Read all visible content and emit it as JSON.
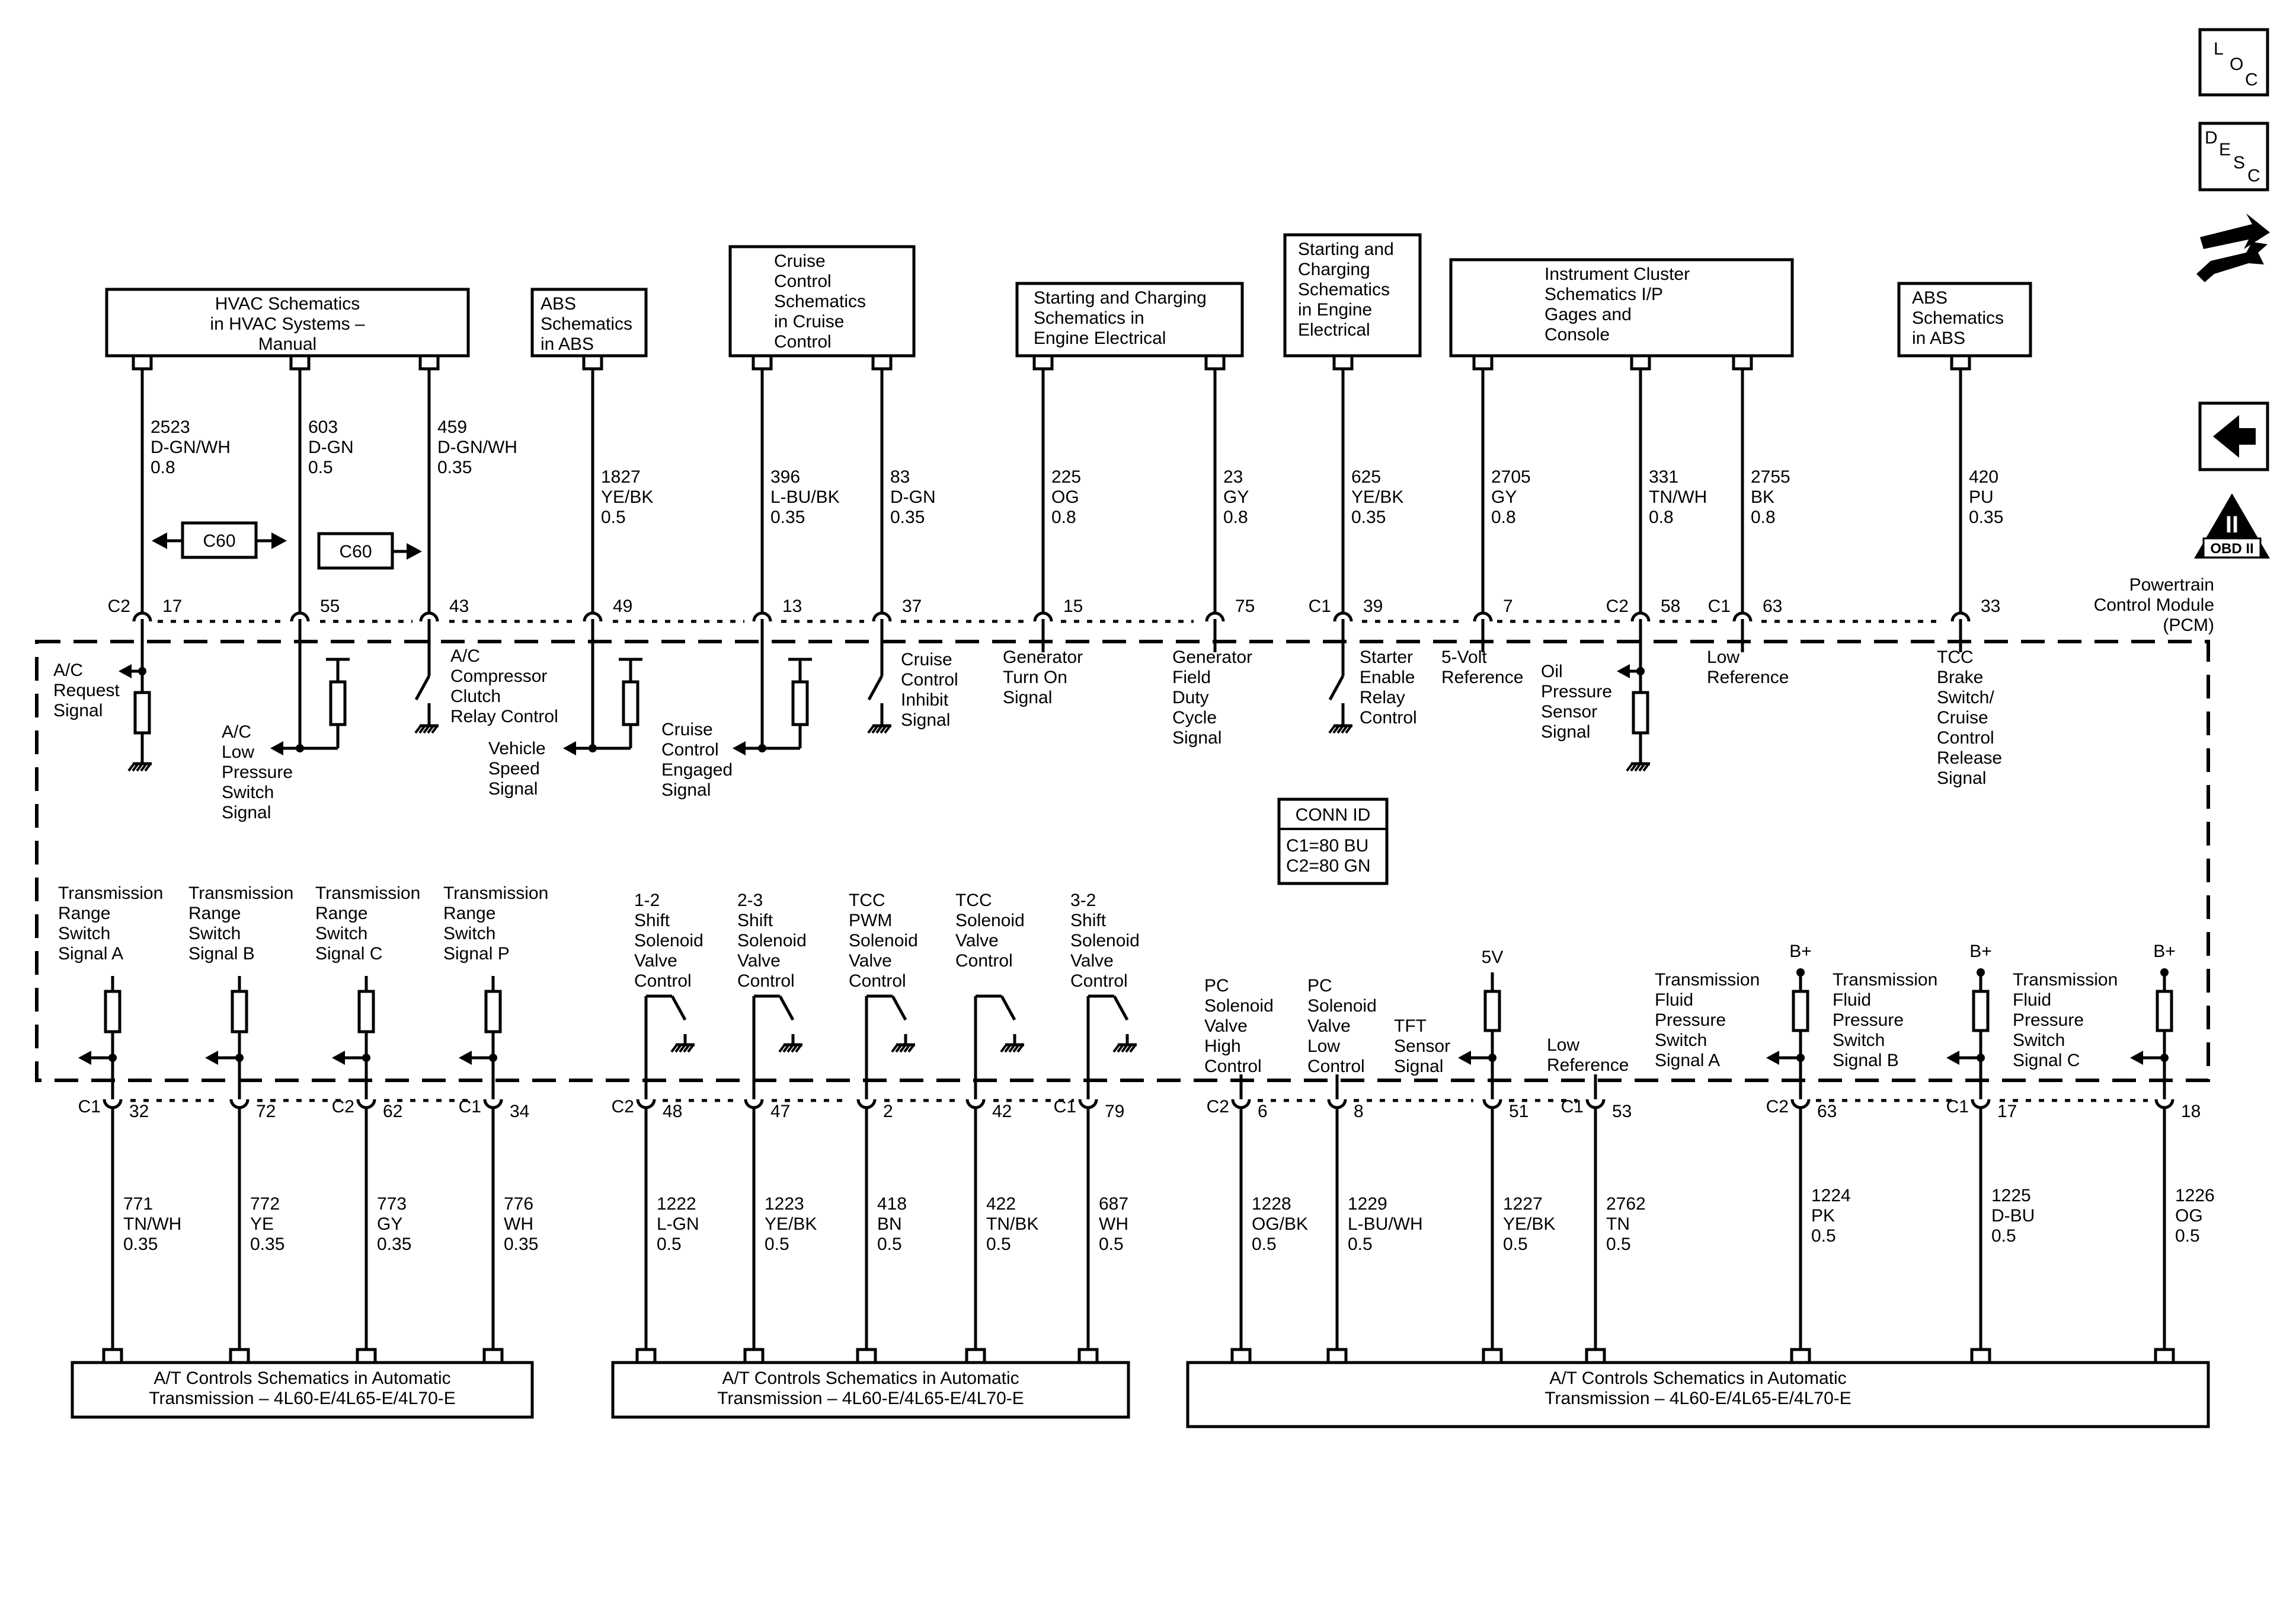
{
  "page_icons": {
    "loc_label": [
      "L",
      "O",
      "C"
    ],
    "desc_label": [
      "D",
      "E",
      "S",
      "C"
    ],
    "tool_icon": "wrench-and-arrows-icon",
    "back_icon": "left-arrow-icon",
    "obd_label": "OBD II",
    "obd_mark": "II"
  },
  "module": {
    "name": [
      "Powertrain",
      "Control Module",
      "(PCM)"
    ],
    "conn_id_title": "CONN ID",
    "conn_id_lines": [
      "C1=80 BU",
      "C2=80 GN"
    ]
  },
  "top_refs": [
    {
      "id": "hvac",
      "lines": [
        "HVAC Schematics",
        "in HVAC Systems –",
        "Manual"
      ],
      "align": "center"
    },
    {
      "id": "abs-1",
      "lines": [
        "ABS",
        "Schematics",
        "in ABS"
      ],
      "align": "left"
    },
    {
      "id": "cruise",
      "lines": [
        "Cruise",
        "Control",
        "Schematics",
        "in Cruise",
        "Control"
      ],
      "align": "left"
    },
    {
      "id": "starting-charging-1",
      "lines": [
        "Starting and Charging",
        "Schematics in",
        "Engine Electrical"
      ],
      "align": "left"
    },
    {
      "id": "starting-charging-2",
      "lines": [
        "Starting and",
        "Charging",
        "Schematics",
        "in Engine",
        "Electrical"
      ],
      "align": "left"
    },
    {
      "id": "instrument-cluster",
      "lines": [
        "Instrument Cluster",
        "Schematics I/P",
        "Gages and",
        "Console"
      ],
      "align": "left"
    },
    {
      "id": "abs-2",
      "lines": [
        "ABS",
        "Schematics",
        "in ABS"
      ],
      "align": "left"
    }
  ],
  "bottom_refs": [
    {
      "id": "at-controls-1",
      "lines": [
        "A/T Controls Schematics in Automatic",
        "Transmission – 4L60-E/4L65-E/4L70-E"
      ]
    },
    {
      "id": "at-controls-2",
      "lines": [
        "A/T Controls Schematics in Automatic",
        "Transmission – 4L60-E/4L65-E/4L70-E"
      ]
    },
    {
      "id": "at-controls-3",
      "lines": [
        "A/T Controls Schematics in Automatic",
        "Transmission – 4L60-E/4L65-E/4L70-E"
      ]
    }
  ],
  "top_circuits": [
    {
      "connector": "C2",
      "pin": "17",
      "wire": [
        "2523",
        "D-GN/WH",
        "0.8"
      ],
      "signal": [
        "A/C",
        "Request",
        "Signal"
      ],
      "symbol": "pullup-ground"
    },
    {
      "connector": "",
      "pin": "55",
      "wire": [
        "603",
        "D-GN",
        "0.5"
      ],
      "signal": [
        "A/C",
        "Low",
        "Pressure",
        "Switch",
        "Signal"
      ],
      "symbol": "pulldown-ground"
    },
    {
      "connector": "",
      "pin": "43",
      "wire": [
        "459",
        "D-GN/WH",
        "0.35"
      ],
      "signal": [
        "A/C",
        "Compressor",
        "Clutch",
        "Relay Control"
      ],
      "symbol": "switch-ground"
    },
    {
      "connector": "",
      "pin": "49",
      "wire": [
        "1827",
        "YE/BK",
        "0.5"
      ],
      "signal": [
        "Vehicle",
        "Speed",
        "Signal"
      ],
      "symbol": "pulldown-ground"
    },
    {
      "connector": "",
      "pin": "13",
      "wire": [
        "396",
        "L-BU/BK",
        "0.35"
      ],
      "signal": [
        "Cruise",
        "Control",
        "Engaged",
        "Signal"
      ],
      "symbol": "pulldown-ground"
    },
    {
      "connector": "",
      "pin": "37",
      "wire": [
        "83",
        "D-GN",
        "0.35"
      ],
      "signal": [
        "Cruise",
        "Control",
        "Inhibit",
        "Signal"
      ],
      "symbol": "switch-ground"
    },
    {
      "connector": "",
      "pin": "15",
      "wire": [
        "225",
        "OG",
        "0.8"
      ],
      "signal": [
        "Generator",
        "Turn On",
        "Signal"
      ],
      "symbol": "none"
    },
    {
      "connector": "",
      "pin": "75",
      "wire": [
        "23",
        "GY",
        "0.8"
      ],
      "signal": [
        "Generator",
        "Field",
        "Duty",
        "Cycle",
        "Signal"
      ],
      "symbol": "none"
    },
    {
      "connector": "C1",
      "pin": "39",
      "wire": [
        "625",
        "YE/BK",
        "0.35"
      ],
      "signal": [
        "Starter",
        "Enable",
        "Relay",
        "Control"
      ],
      "symbol": "switch-ground"
    },
    {
      "connector": "",
      "pin": "7",
      "wire": [
        "2705",
        "GY",
        "0.8"
      ],
      "signal": [
        "5-Volt",
        "Reference"
      ],
      "symbol": "none"
    },
    {
      "connector": "C2",
      "pin": "58",
      "wire": [
        "331",
        "TN/WH",
        "0.8"
      ],
      "signal": [
        "Oil",
        "Pressure",
        "Sensor",
        "Signal"
      ],
      "symbol": "pullup-ground"
    },
    {
      "connector": "C1",
      "pin": "63",
      "wire": [
        "2755",
        "BK",
        "0.8"
      ],
      "signal": [
        "Low",
        "Reference"
      ],
      "symbol": "none"
    },
    {
      "connector": "",
      "pin": "33",
      "wire": [
        "420",
        "PU",
        "0.35"
      ],
      "signal": [
        "TCC",
        "Brake",
        "Switch/",
        "Cruise",
        "Control",
        "Release",
        "Signal"
      ],
      "symbol": "none"
    }
  ],
  "bottom_circuits": [
    {
      "connector": "C1",
      "pin": "32",
      "wire": [
        "771",
        "TN/WH",
        "0.35"
      ],
      "signal": [
        "Transmission",
        "Range",
        "Switch",
        "Signal A"
      ],
      "symbol": "resistor-arrow"
    },
    {
      "connector": "",
      "pin": "72",
      "wire": [
        "772",
        "YE",
        "0.35"
      ],
      "signal": [
        "Transmission",
        "Range",
        "Switch",
        "Signal B"
      ],
      "symbol": "resistor-arrow"
    },
    {
      "connector": "C2",
      "pin": "62",
      "wire": [
        "773",
        "GY",
        "0.35"
      ],
      "signal": [
        "Transmission",
        "Range",
        "Switch",
        "Signal C"
      ],
      "symbol": "resistor-arrow"
    },
    {
      "connector": "C1",
      "pin": "34",
      "wire": [
        "776",
        "WH",
        "0.35"
      ],
      "signal": [
        "Transmission",
        "Range",
        "Switch",
        "Signal P"
      ],
      "symbol": "resistor-arrow"
    },
    {
      "connector": "C2",
      "pin": "48",
      "wire": [
        "1222",
        "L-GN",
        "0.5"
      ],
      "signal": [
        "1-2",
        "Shift",
        "Solenoid",
        "Valve",
        "Control"
      ],
      "symbol": "switch"
    },
    {
      "connector": "",
      "pin": "47",
      "wire": [
        "1223",
        "YE/BK",
        "0.5"
      ],
      "signal": [
        "2-3",
        "Shift",
        "Solenoid",
        "Valve",
        "Control"
      ],
      "symbol": "switch"
    },
    {
      "connector": "",
      "pin": "2",
      "wire": [
        "418",
        "BN",
        "0.5"
      ],
      "signal": [
        "TCC",
        "PWM",
        "Solenoid",
        "Valve",
        "Control"
      ],
      "symbol": "switch"
    },
    {
      "connector": "",
      "pin": "42",
      "wire": [
        "422",
        "TN/BK",
        "0.5"
      ],
      "signal": [
        "TCC",
        "Solenoid",
        "Valve",
        "Control"
      ],
      "symbol": "switch"
    },
    {
      "connector": "C1",
      "pin": "79",
      "wire": [
        "687",
        "WH",
        "0.5"
      ],
      "signal": [
        "3-2",
        "Shift",
        "Solenoid",
        "Valve",
        "Control"
      ],
      "symbol": "switch"
    },
    {
      "connector": "C2",
      "pin": "6",
      "wire": [
        "1228",
        "OG/BK",
        "0.5"
      ],
      "signal": [
        "PC",
        "Solenoid",
        "Valve",
        "High",
        "Control"
      ],
      "symbol": "none"
    },
    {
      "connector": "",
      "pin": "8",
      "wire": [
        "1229",
        "L-BU/WH",
        "0.5"
      ],
      "signal": [
        "PC",
        "Solenoid",
        "Valve",
        "Low",
        "Control"
      ],
      "symbol": "none"
    },
    {
      "connector": "",
      "pin": "51",
      "wire": [
        "1227",
        "YE/BK",
        "0.5"
      ],
      "signal": [
        "TFT",
        "Sensor",
        "Signal"
      ],
      "symbol": "pullup-5v",
      "supply": "5V"
    },
    {
      "connector": "C1",
      "pin": "53",
      "wire": [
        "2762",
        "TN",
        "0.5"
      ],
      "signal": [
        "Low",
        "Reference"
      ],
      "symbol": "none"
    },
    {
      "connector": "C2",
      "pin": "63",
      "wire": [
        "1224",
        "PK",
        "0.5"
      ],
      "signal": [
        "Transmission",
        "Fluid",
        "Pressure",
        "Switch",
        "Signal A"
      ],
      "symbol": "pullup-arrow",
      "supply": "B+"
    },
    {
      "connector": "C1",
      "pin": "17",
      "wire": [
        "1225",
        "D-BU",
        "0.5"
      ],
      "signal": [
        "Transmission",
        "Fluid",
        "Pressure",
        "Switch",
        "Signal B"
      ],
      "symbol": "pullup-arrow",
      "supply": "B+"
    },
    {
      "connector": "",
      "pin": "18",
      "wire": [
        "1226",
        "OG",
        "0.5"
      ],
      "signal": [
        "Transmission",
        "Fluid",
        "Pressure",
        "Switch",
        "Signal C"
      ],
      "symbol": "pullup-arrow",
      "supply": "B+"
    }
  ],
  "cross_refs": [
    {
      "label": "C60",
      "arrows": "both"
    },
    {
      "label": "C60",
      "arrows": "right"
    }
  ]
}
